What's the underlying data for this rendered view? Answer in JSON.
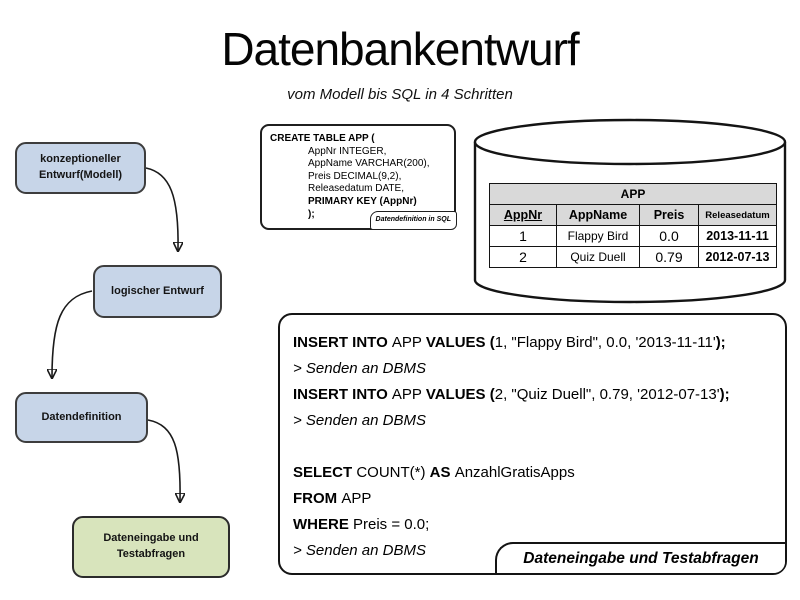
{
  "title": "Datenbankentwurf",
  "subtitle": "vom Modell bis SQL in 4 Schritten",
  "colors": {
    "step_fill": "#c7d5e8",
    "final_step_fill": "#d8e4bc",
    "table_header_bg": "#d9d9d9",
    "border": "#141414"
  },
  "flowchart": {
    "steps": [
      {
        "label": "konzeptioneller Entwurf(Modell)"
      },
      {
        "label": "logischer Entwurf"
      },
      {
        "label": "Datendefinition"
      },
      {
        "label": "Dateneingabe und Testabfragen"
      }
    ]
  },
  "ddl_box": {
    "caption": "Datendefinition in SQL",
    "lines": [
      {
        "text": "CREATE TABLE APP (",
        "bold": true,
        "indent": false
      },
      {
        "text": "AppNr INTEGER,",
        "bold": false,
        "indent": true
      },
      {
        "text": "AppName VARCHAR(200),",
        "bold": false,
        "indent": true
      },
      {
        "text": "Preis DECIMAL(9,2),",
        "bold": false,
        "indent": true
      },
      {
        "text": "Releasedatum DATE,",
        "bold": false,
        "indent": true
      },
      {
        "text": "PRIMARY KEY (AppNr)",
        "bold": true,
        "indent": true
      },
      {
        "text": ");",
        "bold": true,
        "indent": true
      }
    ]
  },
  "database_table": {
    "title": "APP",
    "columns": [
      "AppNr",
      "AppName",
      "Preis",
      "Releasedatum"
    ],
    "rows": [
      [
        "1",
        "Flappy Bird",
        "0.0",
        "2013-11-11"
      ],
      [
        "2",
        "Quiz Duell",
        "0.79",
        "2012-07-13"
      ]
    ]
  },
  "sql_panel": {
    "caption": "Dateneingabe und Testabfragen",
    "lines": [
      [
        {
          "text": "INSERT INTO ",
          "bold": true
        },
        {
          "text": "APP "
        },
        {
          "text": "VALUES (",
          "bold": true
        },
        {
          "text": "1, \"Flappy Bird\", 0.0, '2013-11-11'"
        },
        {
          "text": ");",
          "bold": true
        }
      ],
      [
        {
          "text": "> Senden an DBMS",
          "italic": true
        }
      ],
      [
        {
          "text": "INSERT INTO ",
          "bold": true
        },
        {
          "text": "APP "
        },
        {
          "text": "VALUES (",
          "bold": true
        },
        {
          "text": "2, \"Quiz Duell\", 0.79, '2012-07-13'"
        },
        {
          "text": ");",
          "bold": true
        }
      ],
      [
        {
          "text": "> Senden an DBMS",
          "italic": true
        }
      ],
      [],
      [
        {
          "text": "SELECT ",
          "bold": true
        },
        {
          "text": "COUNT(*) "
        },
        {
          "text": "AS ",
          "bold": true
        },
        {
          "text": "AnzahlGratisApps"
        }
      ],
      [
        {
          "text": "FROM ",
          "bold": true
        },
        {
          "text": "APP"
        }
      ],
      [
        {
          "text": "WHERE ",
          "bold": true
        },
        {
          "text": "Preis = 0.0;"
        }
      ],
      [
        {
          "text": "> Senden an DBMS",
          "italic": true
        }
      ]
    ]
  }
}
